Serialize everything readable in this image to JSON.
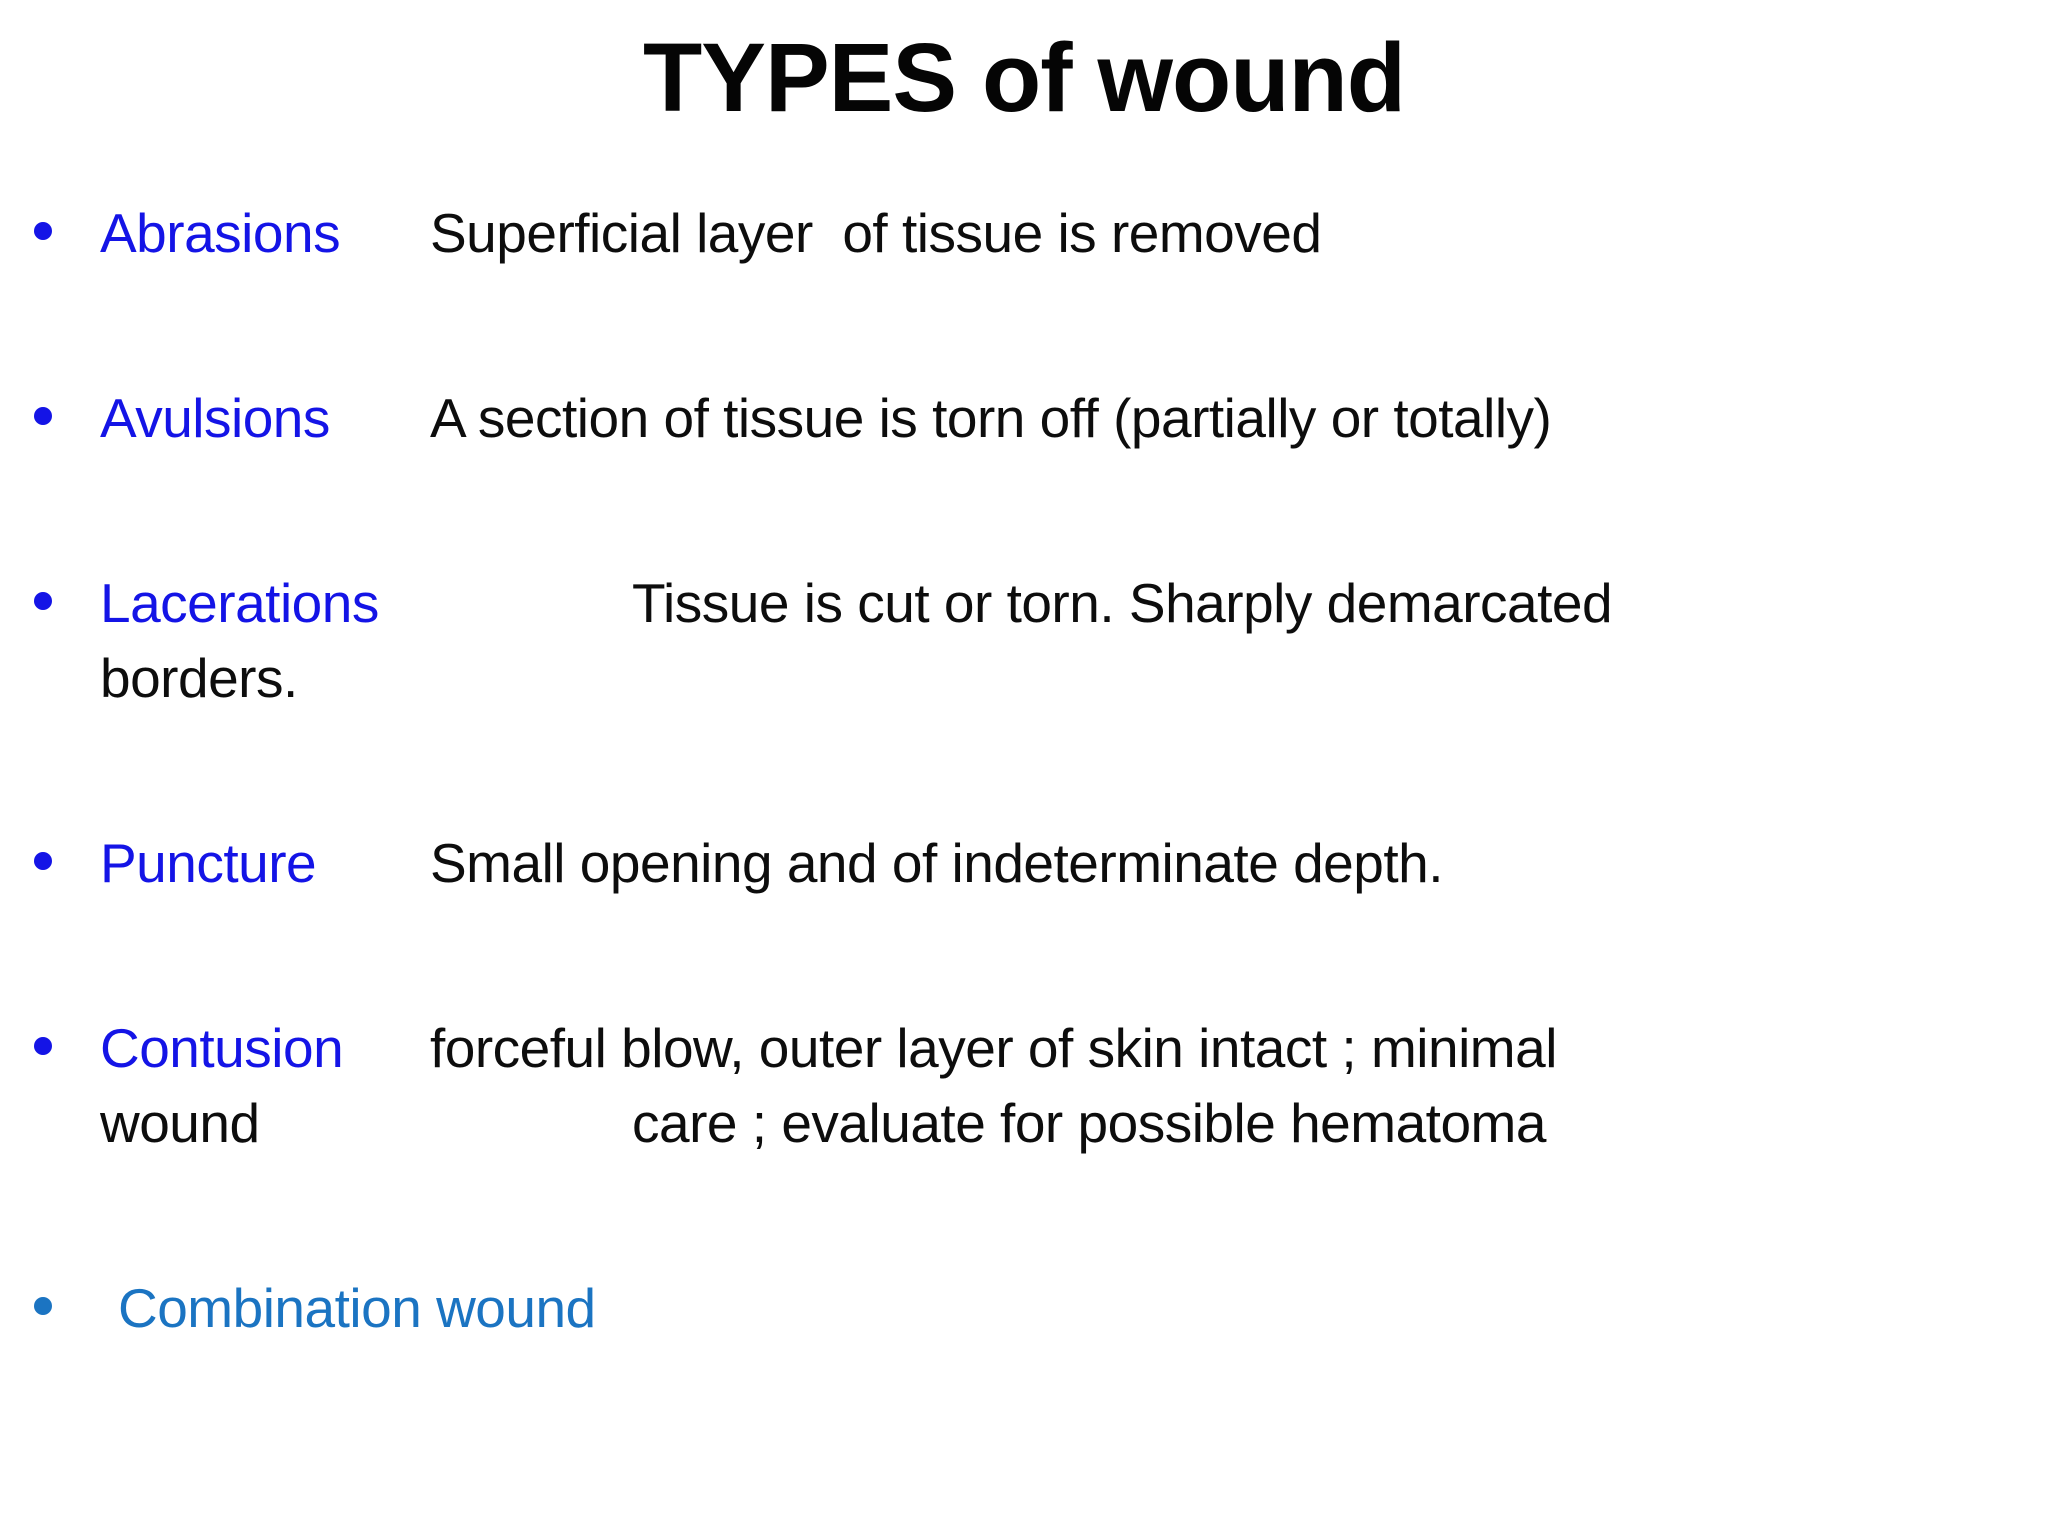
{
  "title": "TYPES of wound",
  "colors": {
    "term-blue": "#1414e6",
    "combo-blue": "#1b74c2",
    "text": "#0d0d0d"
  },
  "bullets": [
    {
      "term": "Abrasions",
      "desc": "Superficial layer  of tissue is removed"
    },
    {
      "term": "Avulsions",
      "desc": "A section of tissue is torn off (partially or totally)"
    },
    {
      "term": "Lacerations",
      "desc": "Tissue is cut or torn. Sharply demarcated",
      "desc2": "borders."
    },
    {
      "term": "Puncture",
      "desc": "Small opening and of indeterminate depth."
    },
    {
      "term": "Contusion",
      "term2": "wound",
      "desc": "forceful blow, outer layer of skin intact ; minimal",
      "desc2": "care ; evaluate for possible hematoma"
    },
    {
      "term": "Combination wound"
    }
  ]
}
